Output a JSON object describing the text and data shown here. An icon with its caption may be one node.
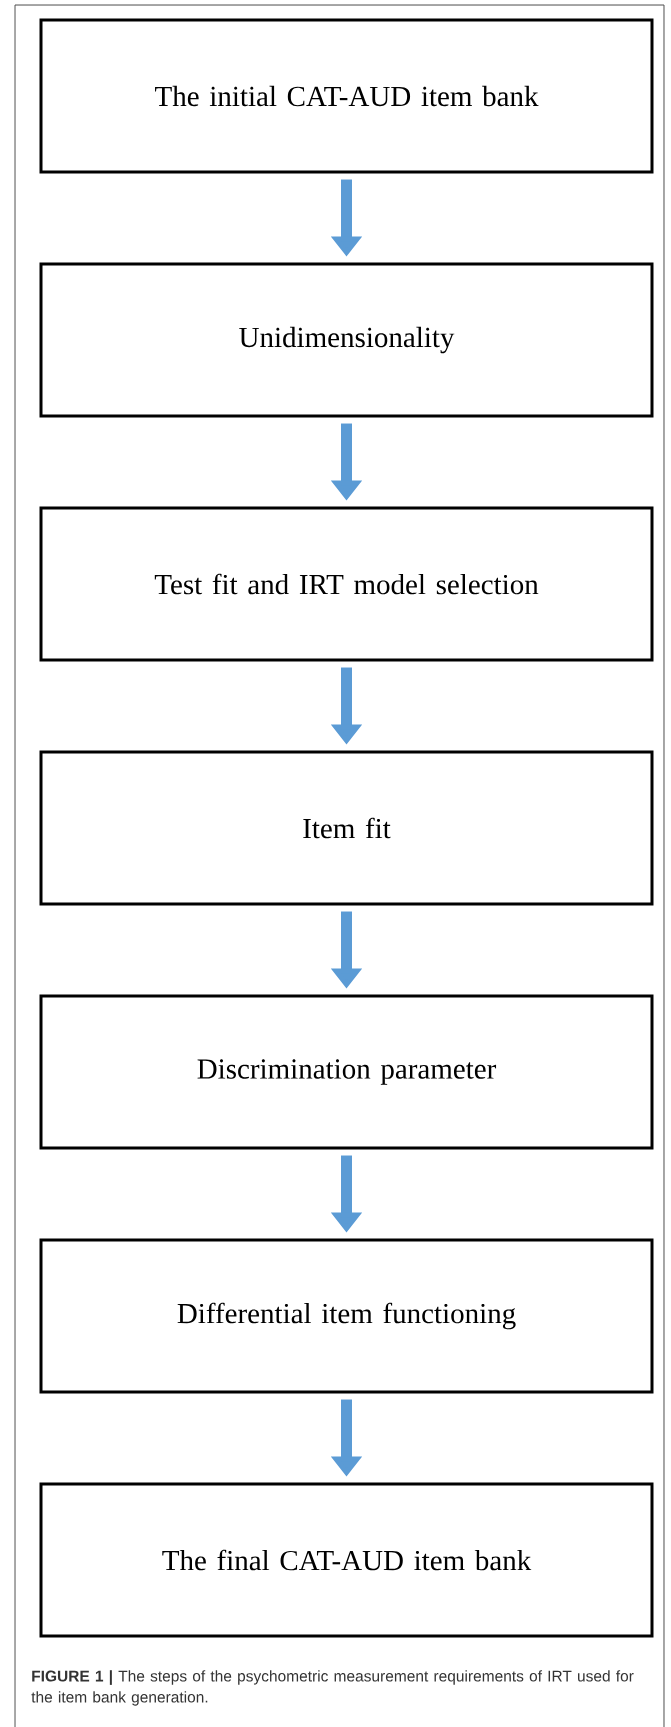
{
  "diagram": {
    "caption": "**FIGURE 1 |** The steps of the psychometric measurement requirements of IRT used for the item bank generation.",
    "nodes": [
      {
        "text": [
          "The initial CAT-AUD item bank"
        ]
      },
      {
        "text": [
          "Unidimensionality"
        ]
      },
      {
        "text": [
          "Test fit and IRT model selection"
        ]
      },
      {
        "text": [
          "Item fit"
        ]
      },
      {
        "text": [
          "Discrimination parameter"
        ]
      },
      {
        "text": [
          "Differential item functioning"
        ]
      },
      {
        "text": [
          "The final CAT-AUD item bank"
        ]
      }
    ],
    "edges": [
      {
        "from": 0,
        "to": 1,
        "arrow": "to"
      },
      {
        "from": 1,
        "to": 2,
        "arrow": "to"
      },
      {
        "from": 2,
        "to": 3,
        "arrow": "to"
      },
      {
        "from": 3,
        "to": 4,
        "arrow": "to"
      },
      {
        "from": 4,
        "to": 5,
        "arrow": "to"
      },
      {
        "from": 5,
        "to": 6,
        "arrow": "to"
      }
    ]
  }
}
